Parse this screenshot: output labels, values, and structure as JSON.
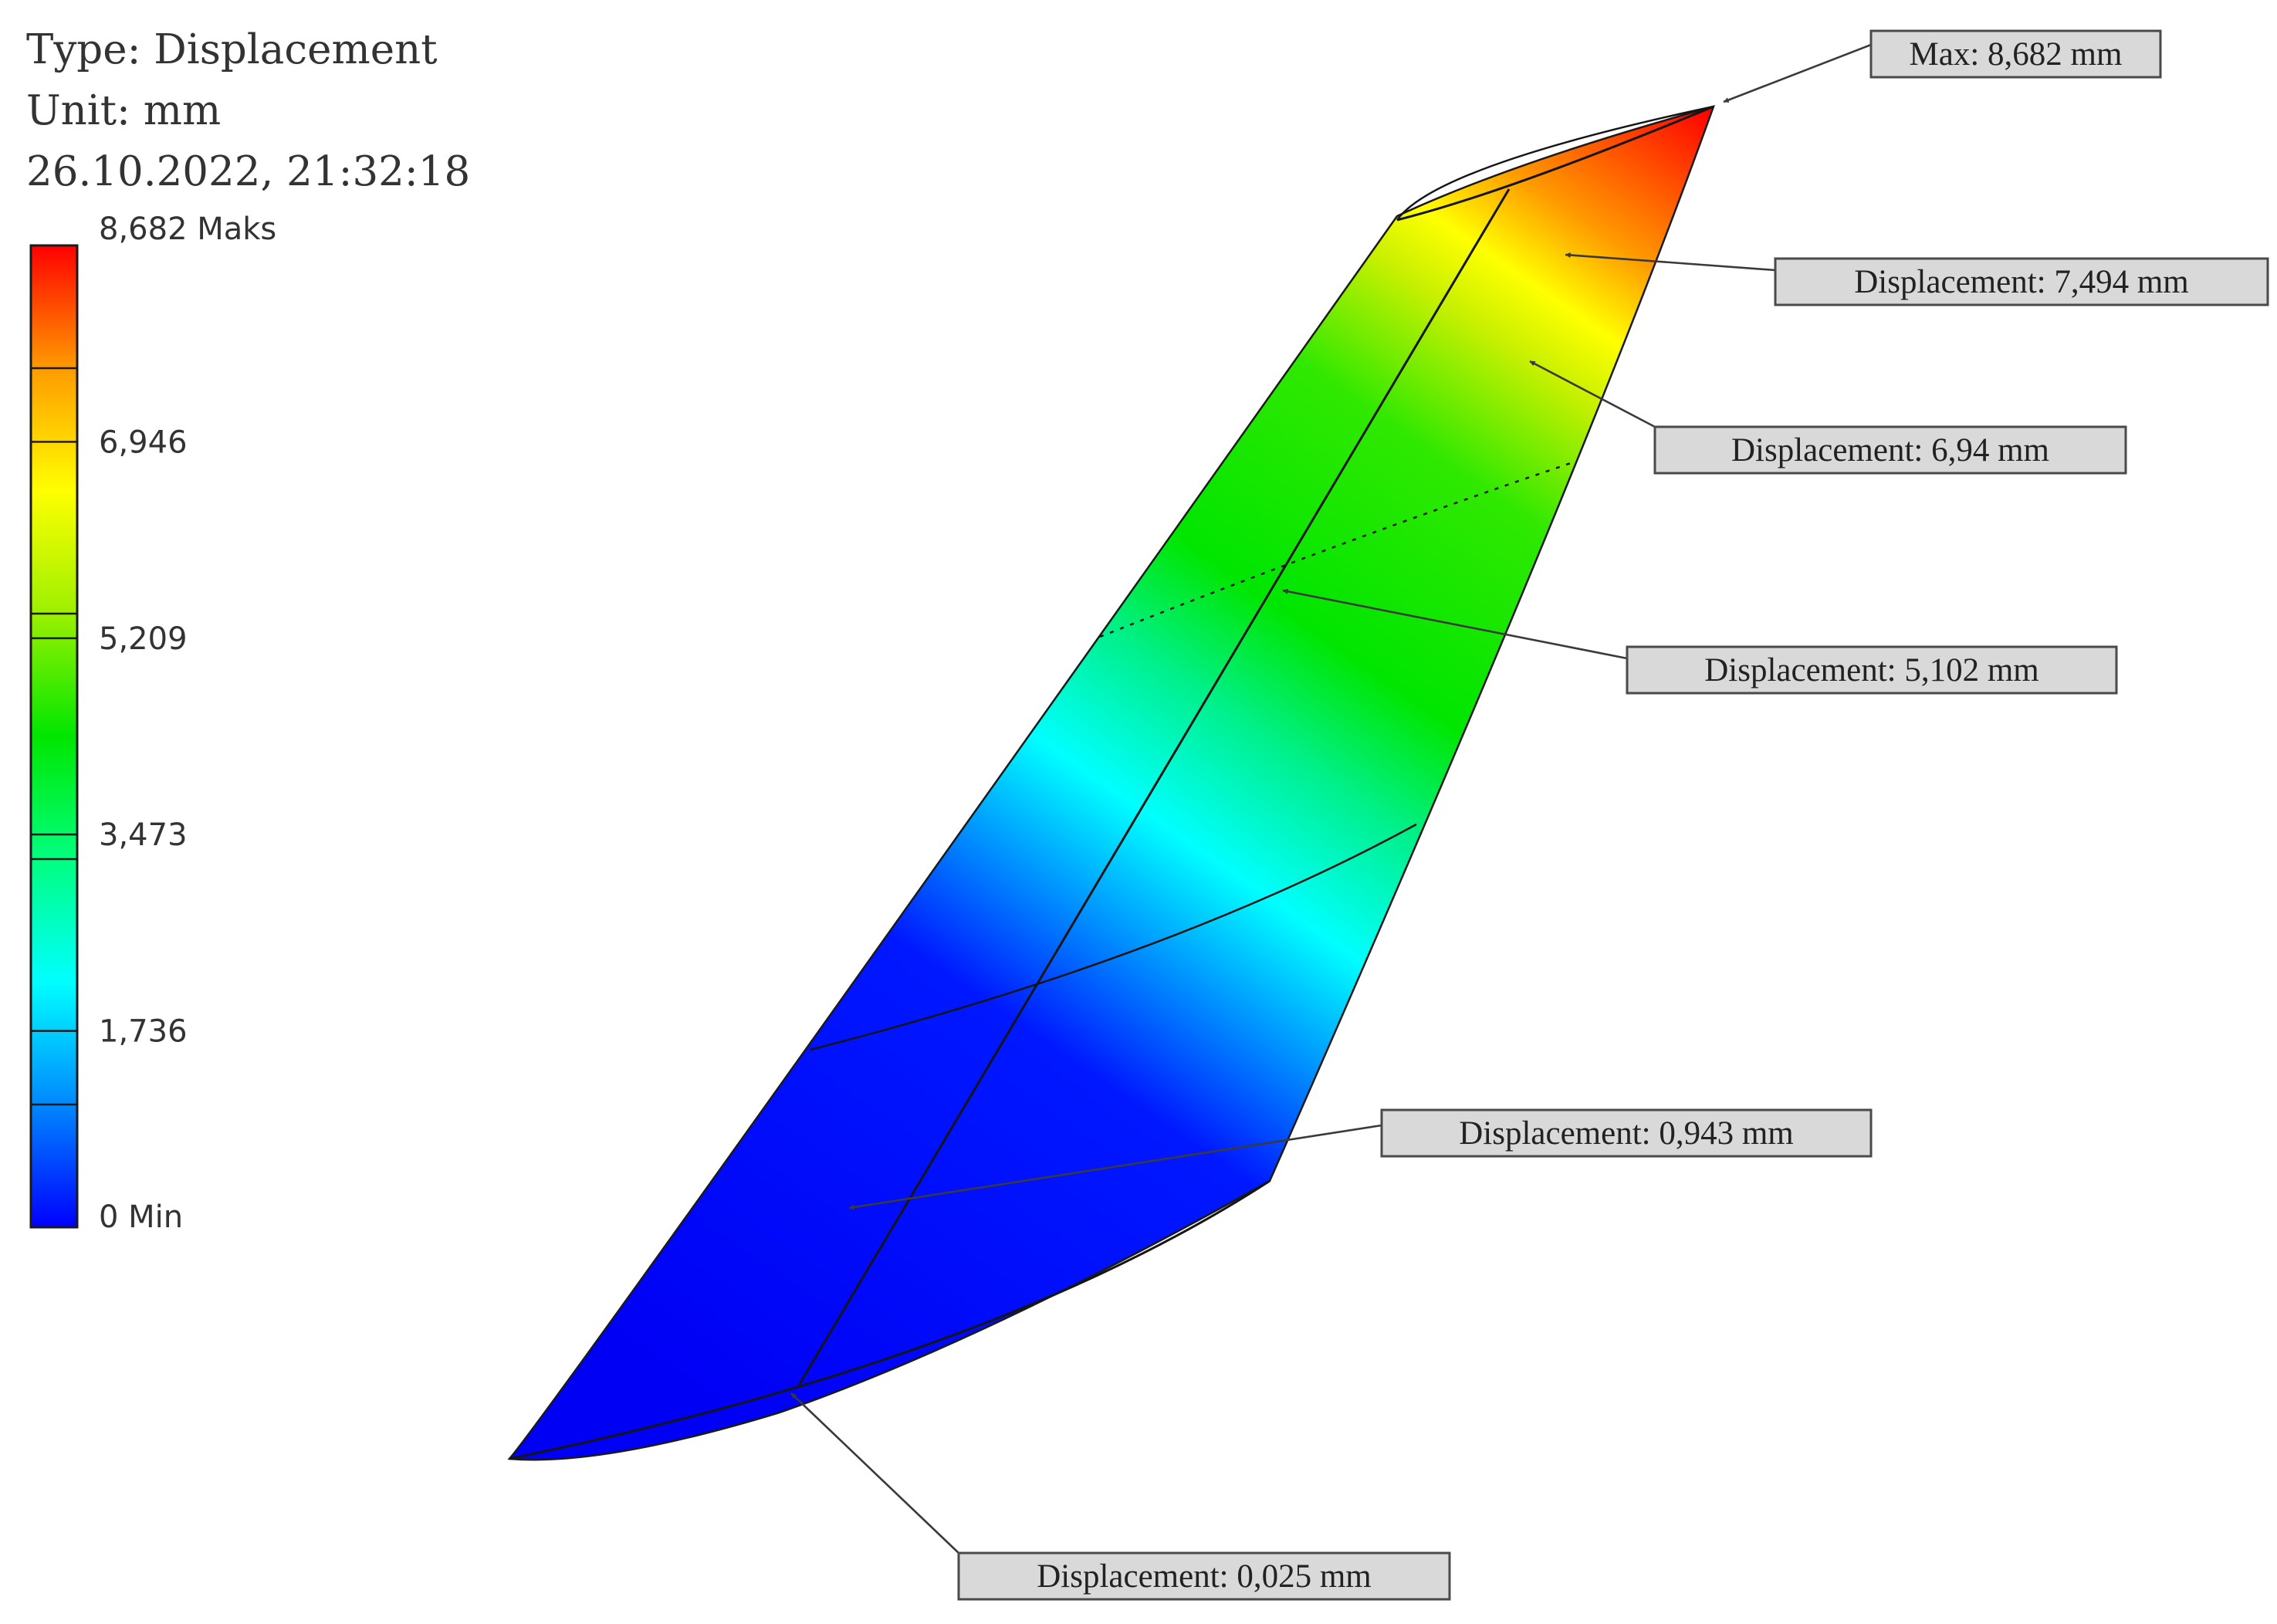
{
  "header": {
    "type_line": "Type: Displacement",
    "unit_line": "Unit: mm",
    "timestamp_line": "26.10.2022, 21:32:18"
  },
  "legend": {
    "max_label": "8,682 Maks",
    "min_label": "0 Min",
    "min_value": 0,
    "max_value": 8.682,
    "ticks": [
      {
        "label": "6,946",
        "value": 6.946
      },
      {
        "label": "5,209",
        "value": 5.209
      },
      {
        "label": "3,473",
        "value": 3.473
      },
      {
        "label": "1,736",
        "value": 1.736
      }
    ],
    "colors": [
      "#0000ff",
      "#0088ff",
      "#00ffff",
      "#00ff7f",
      "#00e600",
      "#9cf000",
      "#ffff00",
      "#ff9a00",
      "#ff0000"
    ]
  },
  "probes": [
    {
      "label": "Max: 8,682 mm"
    },
    {
      "label": "Displacement: 7,494 mm"
    },
    {
      "label": "Displacement: 6,94 mm"
    },
    {
      "label": "Displacement: 5,102 mm"
    },
    {
      "label": "Displacement: 0,943 mm"
    },
    {
      "label": "Displacement: 0,025 mm"
    }
  ]
}
